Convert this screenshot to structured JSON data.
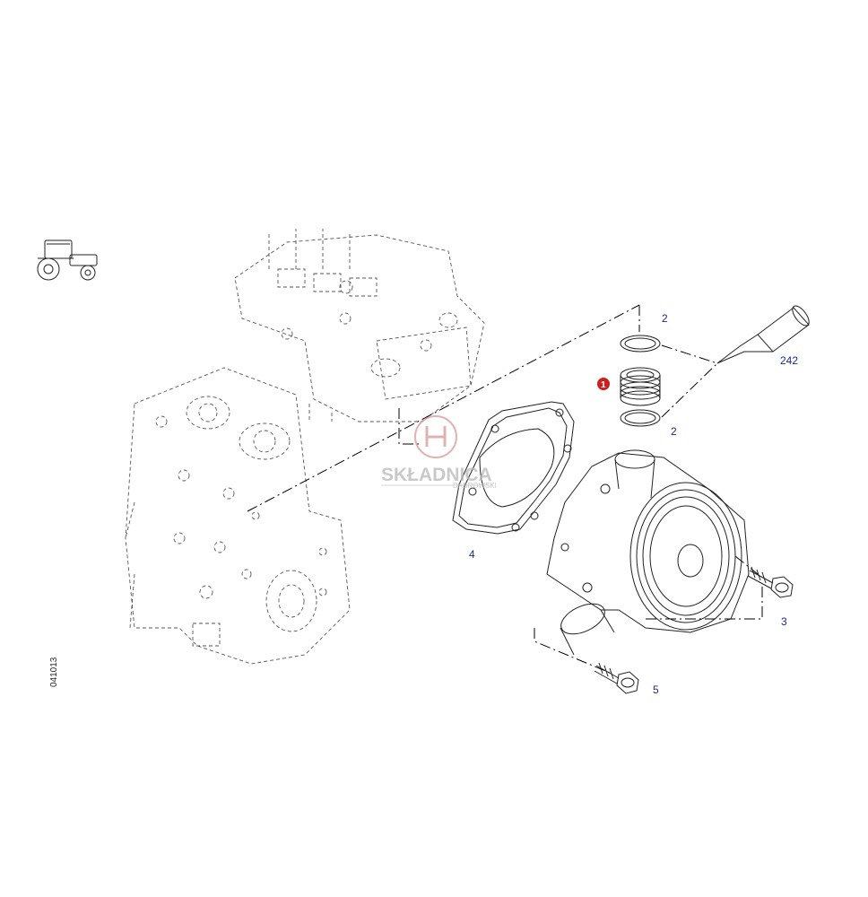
{
  "diagram": {
    "figure_code": "041013",
    "watermark": {
      "title": "SKŁADNICA",
      "subtitle": "DĄBROWSKI"
    },
    "callouts": {
      "highlighted": "1",
      "oring_top": "2",
      "oring_bottom": "2",
      "bolt_right": "3",
      "gasket": "4",
      "bolt_lower": "5",
      "sealant": "242"
    },
    "colors": {
      "callout_text": "#1a2a8a",
      "highlight_badge": "#cc1f1f",
      "watermark": "#b8b8b8"
    }
  }
}
